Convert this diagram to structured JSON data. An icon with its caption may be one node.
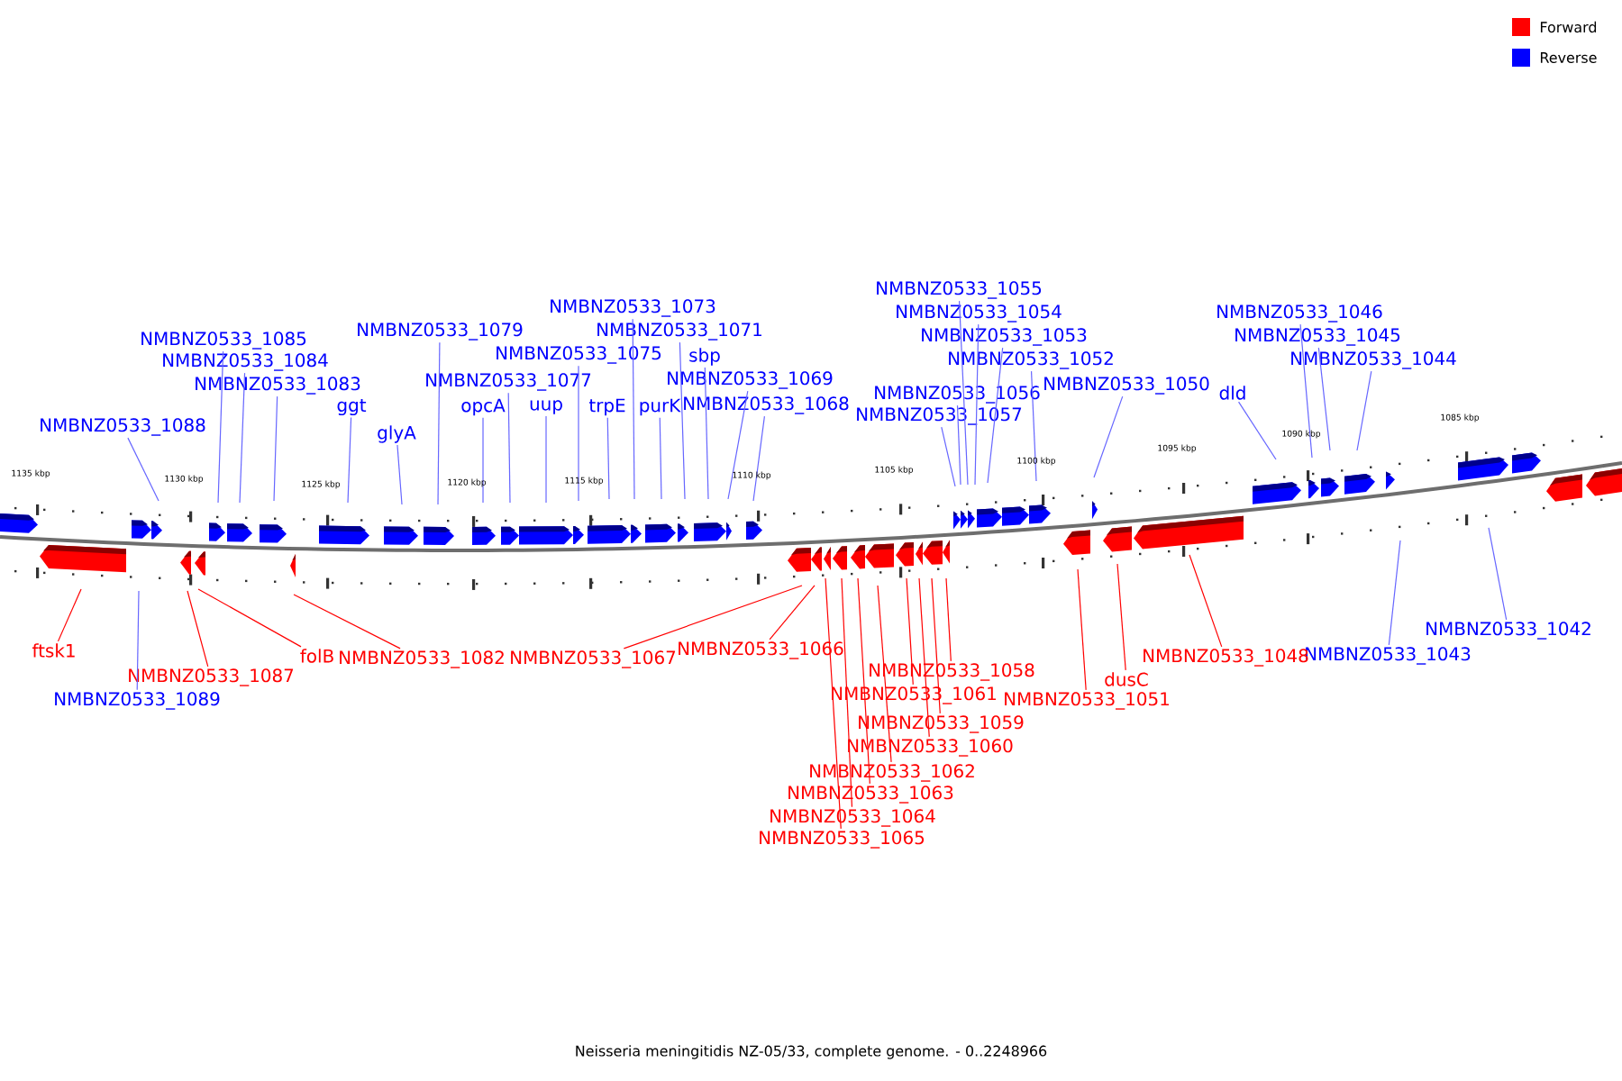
{
  "diagram": {
    "caption": "Neisseria meningitidis NZ-05/33, complete genome. - 0..2248966",
    "nodes": [
      {
        "text": [
          "NMBNZ0533_1085"
        ]
      },
      {
        "text": [
          "NMBNZ0533_1084"
        ]
      },
      {
        "text": [
          "NMBNZ0533_1083"
        ]
      },
      {
        "text": [
          "NMBNZ0533_1088"
        ]
      },
      {
        "text": [
          "ggt"
        ]
      },
      {
        "text": [
          "glyA"
        ]
      },
      {
        "text": [
          "NMBNZ0533_1079"
        ]
      },
      {
        "text": [
          "NMBNZ0533_1077"
        ]
      },
      {
        "text": [
          "opcA"
        ]
      },
      {
        "text": [
          "uup"
        ]
      },
      {
        "text": [
          "NMBNZ0533_1075"
        ]
      },
      {
        "text": [
          "trpE"
        ]
      },
      {
        "text": [
          "NMBNZ0533_1073"
        ]
      },
      {
        "text": [
          "NMBNZ0533_1071"
        ]
      },
      {
        "text": [
          "purK"
        ]
      },
      {
        "text": [
          "sbp"
        ]
      },
      {
        "text": [
          "NMBNZ0533_1069"
        ]
      },
      {
        "text": [
          "NMBNZ0533_1068"
        ]
      },
      {
        "text": [
          "NMBNZ0533_1055"
        ]
      },
      {
        "text": [
          "NMBNZ0533_1054"
        ]
      },
      {
        "text": [
          "NMBNZ0533_1053"
        ]
      },
      {
        "text": [
          "NMBNZ0533_1052"
        ]
      },
      {
        "text": [
          "NMBNZ0533_1056"
        ]
      },
      {
        "text": [
          "NMBNZ0533_1057"
        ]
      },
      {
        "text": [
          "NMBNZ0533_1050"
        ]
      },
      {
        "text": [
          "dld"
        ]
      },
      {
        "text": [
          "NMBNZ0533_1046"
        ]
      },
      {
        "text": [
          "NMBNZ0533_1045"
        ]
      },
      {
        "text": [
          "NMBNZ0533_1044"
        ]
      },
      {
        "text": [
          "NMBNZ0533_1089"
        ]
      },
      {
        "text": [
          "NMBNZ0533_1043"
        ]
      },
      {
        "text": [
          "NMBNZ0533_1042"
        ]
      },
      {
        "text": [
          "ftsk1"
        ]
      },
      {
        "text": [
          "NMBNZ0533_1087"
        ]
      },
      {
        "text": [
          "folB"
        ]
      },
      {
        "text": [
          "NMBNZ0533_1082"
        ]
      },
      {
        "text": [
          "NMBNZ0533_1067"
        ]
      },
      {
        "text": [
          "NMBNZ0533_1066"
        ]
      },
      {
        "text": [
          "NMBNZ0533_1058"
        ]
      },
      {
        "text": [
          "NMBNZ0533_1061"
        ]
      },
      {
        "text": [
          "NMBNZ0533_1059"
        ]
      },
      {
        "text": [
          "NMBNZ0533_1060"
        ]
      },
      {
        "text": [
          "NMBNZ0533_1062"
        ]
      },
      {
        "text": [
          "NMBNZ0533_1063"
        ]
      },
      {
        "text": [
          "NMBNZ0533_1064"
        ]
      },
      {
        "text": [
          "NMBNZ0533_1065"
        ]
      },
      {
        "text": [
          "dusC"
        ]
      },
      {
        "text": [
          "NMBNZ0533_1051"
        ]
      },
      {
        "text": [
          "NMBNZ0533_1048"
        ]
      }
    ],
    "edges": [
      {
        "from": 0,
        "to": null,
        "arrow": "none"
      },
      {
        "from": 1,
        "to": null,
        "arrow": "none"
      },
      {
        "from": 2,
        "to": null,
        "arrow": "none"
      },
      {
        "from": 3,
        "to": null,
        "arrow": "none"
      },
      {
        "from": 4,
        "to": null,
        "arrow": "none"
      },
      {
        "from": 5,
        "to": null,
        "arrow": "none"
      },
      {
        "from": 6,
        "to": null,
        "arrow": "none"
      },
      {
        "from": 7,
        "to": null,
        "arrow": "none"
      },
      {
        "from": 8,
        "to": null,
        "arrow": "none"
      },
      {
        "from": 9,
        "to": null,
        "arrow": "none"
      },
      {
        "from": 10,
        "to": null,
        "arrow": "none"
      },
      {
        "from": 11,
        "to": null,
        "arrow": "none"
      },
      {
        "from": 12,
        "to": null,
        "arrow": "none"
      },
      {
        "from": 13,
        "to": null,
        "arrow": "none"
      },
      {
        "from": 14,
        "to": null,
        "arrow": "none"
      },
      {
        "from": 15,
        "to": null,
        "arrow": "none"
      },
      {
        "from": 16,
        "to": null,
        "arrow": "none"
      },
      {
        "from": 17,
        "to": null,
        "arrow": "none"
      },
      {
        "from": 18,
        "to": null,
        "arrow": "none"
      },
      {
        "from": 19,
        "to": null,
        "arrow": "none"
      },
      {
        "from": 20,
        "to": null,
        "arrow": "none"
      },
      {
        "from": 21,
        "to": null,
        "arrow": "none"
      },
      {
        "from": 22,
        "to": null,
        "arrow": "none"
      },
      {
        "from": 23,
        "to": null,
        "arrow": "none"
      },
      {
        "from": 24,
        "to": null,
        "arrow": "none"
      },
      {
        "from": 25,
        "to": null,
        "arrow": "none"
      },
      {
        "from": 26,
        "to": null,
        "arrow": "none"
      },
      {
        "from": 27,
        "to": null,
        "arrow": "none"
      },
      {
        "from": 28,
        "to": null,
        "arrow": "none"
      },
      {
        "from": 29,
        "to": null,
        "arrow": "none"
      },
      {
        "from": 30,
        "to": null,
        "arrow": "none"
      },
      {
        "from": 31,
        "to": null,
        "arrow": "none"
      },
      {
        "from": 32,
        "to": null,
        "arrow": "none",
        "color": "#ff0000"
      },
      {
        "from": 33,
        "to": null,
        "arrow": "none",
        "color": "#ff0000"
      },
      {
        "from": 34,
        "to": null,
        "arrow": "none",
        "color": "#ff0000"
      },
      {
        "from": 35,
        "to": null,
        "arrow": "none",
        "color": "#ff0000"
      },
      {
        "from": 36,
        "to": null,
        "arrow": "none",
        "color": "#ff0000"
      },
      {
        "from": 37,
        "to": null,
        "arrow": "none",
        "color": "#ff0000"
      },
      {
        "from": 38,
        "to": null,
        "arrow": "none",
        "color": "#ff0000"
      },
      {
        "from": 39,
        "to": null,
        "arrow": "none",
        "color": "#ff0000"
      },
      {
        "from": 40,
        "to": null,
        "arrow": "none",
        "color": "#ff0000"
      },
      {
        "from": 41,
        "to": null,
        "arrow": "none",
        "color": "#ff0000"
      },
      {
        "from": 42,
        "to": null,
        "arrow": "none",
        "color": "#ff0000"
      },
      {
        "from": 43,
        "to": null,
        "arrow": "none",
        "color": "#ff0000"
      },
      {
        "from": 44,
        "to": null,
        "arrow": "none",
        "color": "#ff0000"
      },
      {
        "from": 45,
        "to": null,
        "arrow": "none",
        "color": "#ff0000"
      },
      {
        "from": 46,
        "to": null,
        "arrow": "none",
        "color": "#ff0000"
      },
      {
        "from": 47,
        "to": null,
        "arrow": "none",
        "color": "#ff0000"
      },
      {
        "from": 48,
        "to": null,
        "arrow": "none",
        "color": "#ff0000"
      }
    ],
    "labels": [
      "1135 kbp",
      "1130 kbp",
      "1125 kbp",
      "1120 kbp",
      "1115 kbp",
      "1110 kbp",
      "1105 kbp",
      "1100 kbp",
      "1095 kbp",
      "1090 kbp",
      "1085 kbp"
    ],
    "legend": [
      {
        "text": "Forward",
        "color": "#ff0000"
      },
      {
        "text": "Reverse",
        "color": "#0000ff"
      }
    ]
  }
}
